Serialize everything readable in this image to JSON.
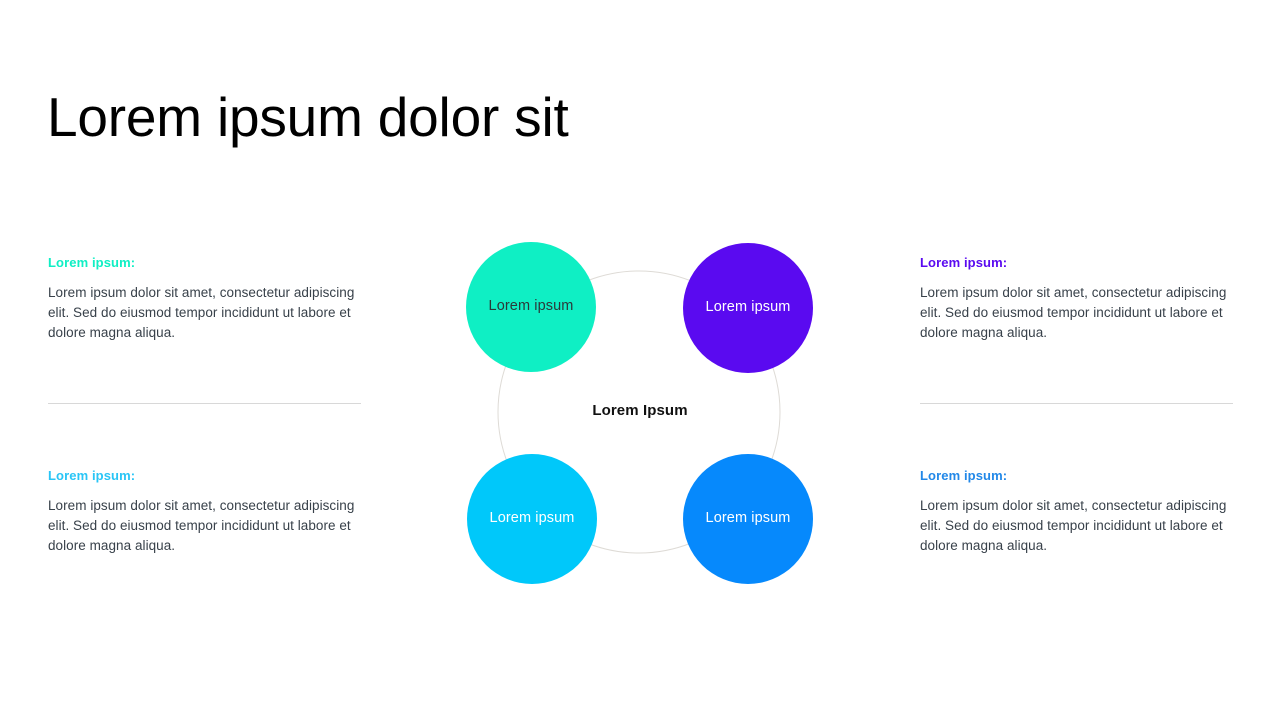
{
  "slide": {
    "title": "Lorem ipsum dolor sit",
    "background_color": "#ffffff"
  },
  "colors": {
    "teal": "#0FEFC4",
    "violet": "#5A0AF0",
    "cyan": "#00C8FA",
    "blue": "#0689FC",
    "body_text": "#38414a",
    "divider": "#d8d8d8",
    "ring_stroke": "#dedbd6",
    "center_text": "#111111"
  },
  "diagram": {
    "center_label": "Lorem Ipsum",
    "nodes": [
      {
        "id": "node-top-left",
        "label": "Lorem ipsum",
        "color": "#0FEFC4",
        "text_color": "#2b3a3a"
      },
      {
        "id": "node-top-right",
        "label": "Lorem ipsum",
        "color": "#5A0AF0",
        "text_color": "#ffffff"
      },
      {
        "id": "node-bottom-left",
        "label": "Lorem ipsum",
        "color": "#00C8FA",
        "text_color": "#ffffff"
      },
      {
        "id": "node-bottom-right",
        "label": "Lorem ipsum",
        "color": "#0689FC",
        "text_color": "#ffffff"
      }
    ]
  },
  "blocks": [
    {
      "id": "block-top-left",
      "position": "top-left",
      "heading": "Lorem ipsum:",
      "heading_color": "#0FEFC4",
      "body": "Lorem ipsum dolor sit amet, consectetur adipiscing elit. Sed do eiusmod tempor incididunt ut labore et dolore magna aliqua."
    },
    {
      "id": "block-top-right",
      "position": "top-right",
      "heading": "Lorem ipsum:",
      "heading_color": "#5A0AF0",
      "body": "Lorem ipsum dolor sit amet, consectetur adipiscing elit. Sed do eiusmod tempor incididunt ut labore et dolore magna aliqua."
    },
    {
      "id": "block-bottom-left",
      "position": "bottom-left",
      "heading": "Lorem ipsum:",
      "heading_color": "#29C5F6",
      "body": "Lorem ipsum dolor sit amet, consectetur adipiscing elit. Sed do eiusmod tempor incididunt ut labore et dolore magna aliqua."
    },
    {
      "id": "block-bottom-right",
      "position": "bottom-right",
      "heading": "Lorem ipsum:",
      "heading_color": "#2288E8",
      "body": "Lorem ipsum dolor sit amet, consectetur adipiscing elit. Sed do eiusmod tempor incididunt ut labore et dolore magna aliqua."
    }
  ]
}
